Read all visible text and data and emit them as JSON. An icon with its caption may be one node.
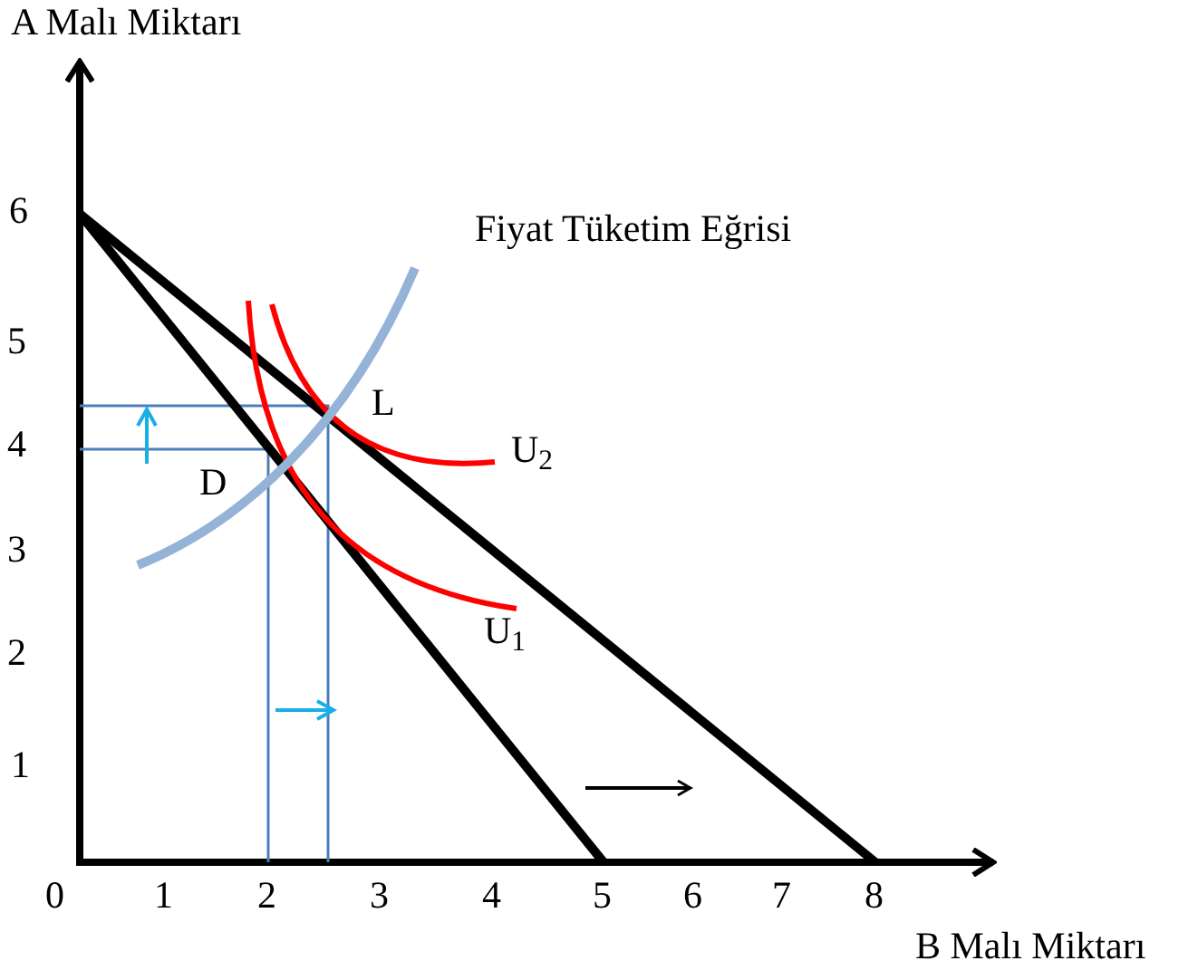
{
  "diagram": {
    "labels": [
      "A Malı Miktarı",
      "6",
      "Fiyat Tüketim Eğrisi",
      "5",
      "L",
      "4",
      "U$_{2}$",
      "D",
      "3",
      "U$_{1}$",
      "2",
      "1",
      "0",
      "1",
      "2",
      "3",
      "4",
      "5",
      "6",
      "7",
      "8",
      "B Malı Miktarı"
    ]
  }
}
